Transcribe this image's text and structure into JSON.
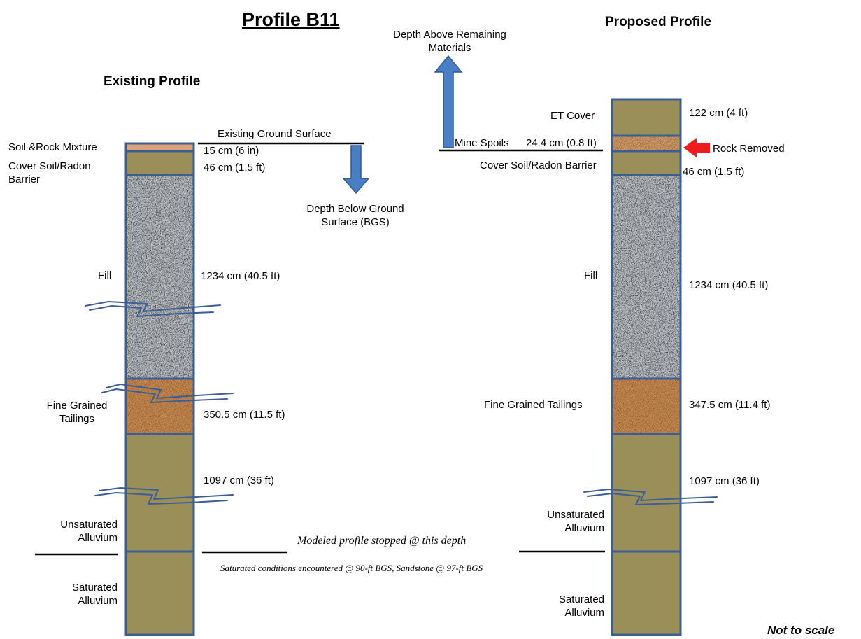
{
  "title": "Profile B11",
  "existing": {
    "heading": "Existing Profile",
    "layers": [
      {
        "name": "Soil &Rock Mixture",
        "thickness": "15 cm (6 in)"
      },
      {
        "name": "Cover Soil/Radon Barrier",
        "thickness": "46 cm (1.5 ft)"
      },
      {
        "name": "Fill",
        "thickness": "1234 cm (40.5 ft)"
      },
      {
        "name": "Fine Grained Tailings",
        "thickness": "350.5 cm (11.5 ft)"
      },
      {
        "name": "Unsaturated Alluvium",
        "thickness": "1097 cm (36 ft)"
      },
      {
        "name": "Saturated Alluvium"
      }
    ]
  },
  "proposed": {
    "heading": "Proposed Profile",
    "layers": [
      {
        "name": "ET Cover",
        "thickness": "122 cm (4 ft)"
      },
      {
        "name": "Mine Spoils",
        "thickness": "24.4 cm (0.8 ft)"
      },
      {
        "name": "Cover Soil/Radon Barrier",
        "thickness": "46 cm (1.5 ft)"
      },
      {
        "name": "Fill",
        "thickness": "1234 cm (40.5 ft)"
      },
      {
        "name": "Fine Grained Tailings",
        "thickness": "347.5 cm (11.4 ft)"
      },
      {
        "name": "Unsaturated Alluvium",
        "thickness": "1097 cm (36 ft)"
      },
      {
        "name": "Saturated Alluvium"
      }
    ]
  },
  "annotations": {
    "ground_surface": "Existing Ground Surface",
    "depth_below": "Depth Below Ground Surface (BGS)",
    "depth_above": "Depth Above Remaining Materials",
    "rock_removed": "Rock Removed",
    "model_stop": "Modeled profile stopped @ this depth",
    "saturated_note": "Saturated conditions encountered @ 90-ft BGS, Sandstone @ 97-ft BGS",
    "scale_note": "Not to scale"
  },
  "colors": {
    "soil": "#9a8e59",
    "outline": "#3b5e96",
    "fill_gravel": "#c3c7cb",
    "tailings": "#c98c55",
    "mine_spoils": "#d4a070",
    "soil_rock_mix": "#d9a27a",
    "arrow_blue": "#4a7ec2",
    "arrow_red": "#ee1c1c",
    "break_line": "#3b5e96"
  }
}
